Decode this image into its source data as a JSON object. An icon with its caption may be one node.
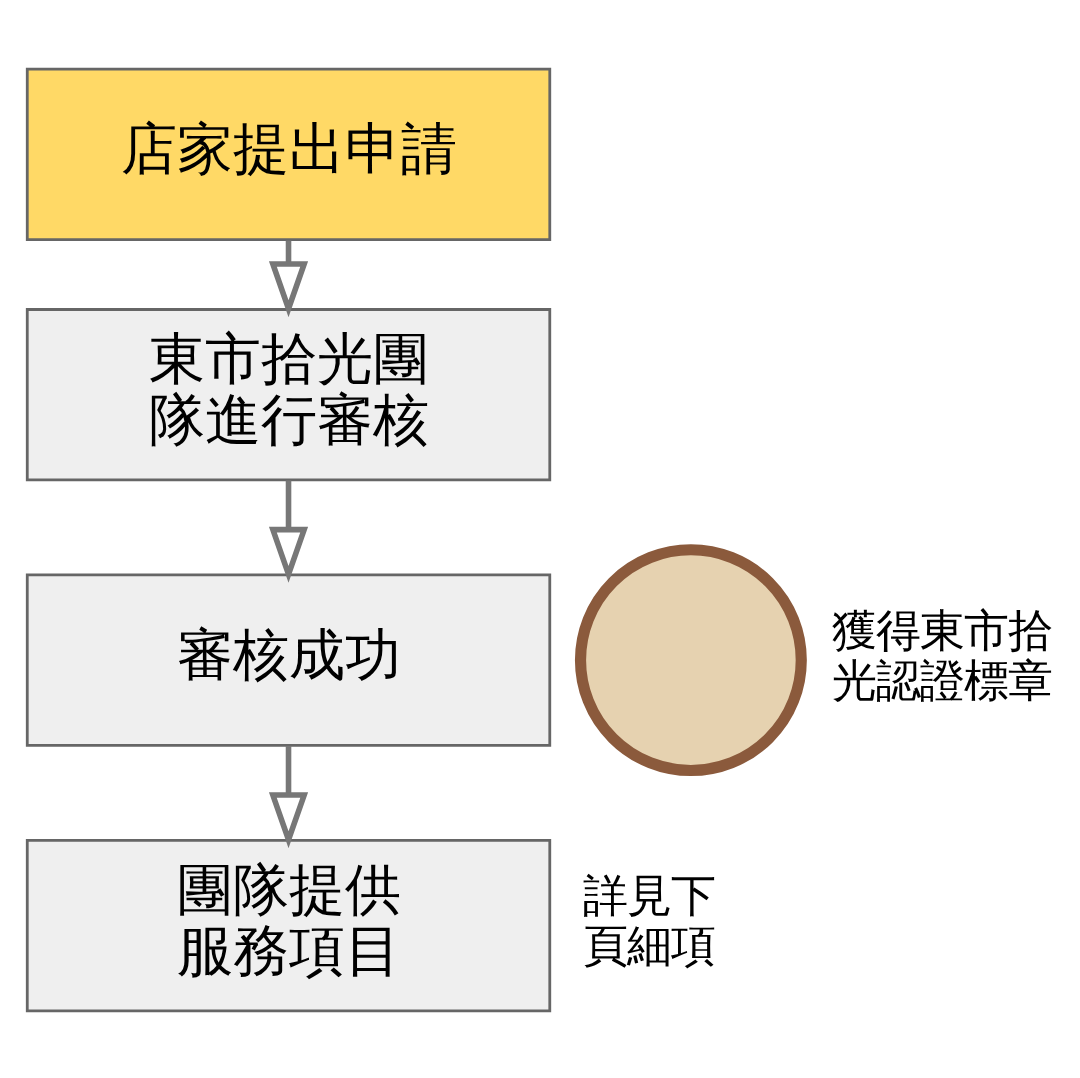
{
  "diagram": {
    "nodes": [
      {
        "text": [
          "店家提出申請"
        ]
      },
      {
        "text": [
          "東市拾光團隊進行審核"
        ]
      },
      {
        "text": [
          "審核成功"
        ]
      },
      {
        "text": [
          "團隊提供服務項目"
        ],
        "beside": [
          "詳見下頁細項"
        ]
      },
      {
        "text": [],
        "shape": "circle",
        "beside": [
          "獲得東市拾光認證標章"
        ]
      }
    ],
    "edges": [
      {
        "from": 0,
        "to": 1,
        "arrow": "to"
      },
      {
        "from": 1,
        "to": 2,
        "arrow": "to"
      },
      {
        "from": 2,
        "to": 3,
        "arrow": "to"
      }
    ]
  }
}
